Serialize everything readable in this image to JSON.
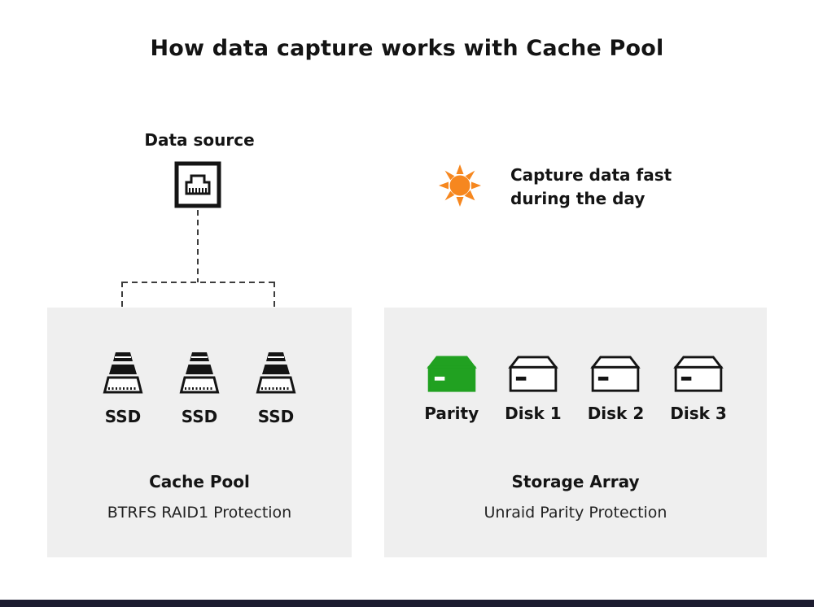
{
  "title": "How data capture works with Cache Pool",
  "data_source": {
    "label": "Data source",
    "icon": "ethernet-port-icon"
  },
  "capture_note": {
    "icon": "sun-icon",
    "line1": "Capture data fast",
    "line2": "during the day"
  },
  "cache_pool": {
    "drives": [
      {
        "label": "SSD",
        "icon": "ssd-icon"
      },
      {
        "label": "SSD",
        "icon": "ssd-icon"
      },
      {
        "label": "SSD",
        "icon": "ssd-icon"
      }
    ],
    "title": "Cache Pool",
    "subtitle": "BTRFS RAID1 Protection"
  },
  "storage_array": {
    "drives": [
      {
        "label": "Parity",
        "icon": "parity-drive-icon",
        "type": "parity"
      },
      {
        "label": "Disk 1",
        "icon": "disk-drive-icon",
        "type": "disk"
      },
      {
        "label": "Disk 2",
        "icon": "disk-drive-icon",
        "type": "disk"
      },
      {
        "label": "Disk 3",
        "icon": "disk-drive-icon",
        "type": "disk"
      }
    ],
    "title": "Storage Array",
    "subtitle": "Unraid Parity Protection"
  },
  "colors": {
    "accent_green": "#21a121",
    "accent_orange": "#f6871f",
    "panel_bg": "#efefef",
    "line_color": "#3d3d3d",
    "text_color": "#141414",
    "footer_bar": "#1d1c30"
  }
}
